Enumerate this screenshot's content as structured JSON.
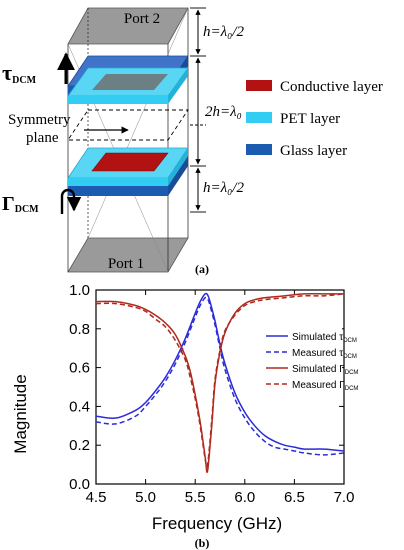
{
  "panel_a": {
    "port_top": "Port 2",
    "port_bottom": "Port 1",
    "dim_top": "h=λ₀/2",
    "dim_mid": "2h=λ₀",
    "dim_bottom": "h=λ₀/2",
    "tau_label": "τ",
    "tau_sub": "DCM",
    "gamma_label": "Γ",
    "gamma_sub": "DCM",
    "symmetry_label_1": "Symmetry",
    "symmetry_label_2": "plane",
    "legend": [
      {
        "label": "Conductive layer",
        "color": "#b31212"
      },
      {
        "label": "PET layer",
        "color": "#33ccf2"
      },
      {
        "label": "Glass layer",
        "color": "#1c5cb0"
      }
    ],
    "caption": "(a)"
  },
  "panel_b": {
    "caption": "(b)"
  },
  "chart_data": {
    "type": "line",
    "xlabel": "Frequency (GHz)",
    "ylabel": "Magnitude",
    "xlim": [
      4.5,
      7.0
    ],
    "ylim": [
      0.0,
      1.0
    ],
    "xticks": [
      "4.5",
      "5.0",
      "5.5",
      "6.0",
      "6.5",
      "7.0"
    ],
    "yticks": [
      "0.0",
      "0.2",
      "0.4",
      "0.6",
      "0.8",
      "1.0"
    ],
    "grid": false,
    "legend_position": "right",
    "series": [
      {
        "name": "Simulated τ",
        "sub": "DCM",
        "color": "#2b2bd9",
        "dash": "solid",
        "x": [
          4.5,
          4.7,
          4.9,
          5.0,
          5.1,
          5.2,
          5.3,
          5.4,
          5.5,
          5.55,
          5.6,
          5.63,
          5.66,
          5.7,
          5.75,
          5.8,
          5.9,
          6.0,
          6.1,
          6.2,
          6.3,
          6.4,
          6.5,
          6.6,
          6.8,
          7.0
        ],
        "y": [
          0.35,
          0.34,
          0.38,
          0.42,
          0.48,
          0.55,
          0.64,
          0.75,
          0.88,
          0.94,
          0.98,
          0.97,
          0.92,
          0.84,
          0.72,
          0.62,
          0.47,
          0.37,
          0.3,
          0.25,
          0.22,
          0.2,
          0.19,
          0.18,
          0.18,
          0.17
        ]
      },
      {
        "name": "Measured τ",
        "sub": "DCM",
        "color": "#2b2bd9",
        "dash": "dashed",
        "x": [
          4.5,
          4.7,
          4.9,
          5.0,
          5.1,
          5.2,
          5.3,
          5.4,
          5.5,
          5.55,
          5.6,
          5.63,
          5.66,
          5.7,
          5.75,
          5.8,
          5.9,
          6.0,
          6.1,
          6.2,
          6.3,
          6.4,
          6.5,
          6.6,
          6.8,
          7.0
        ],
        "y": [
          0.32,
          0.31,
          0.35,
          0.4,
          0.46,
          0.53,
          0.62,
          0.73,
          0.86,
          0.92,
          0.96,
          0.95,
          0.9,
          0.82,
          0.7,
          0.59,
          0.44,
          0.34,
          0.27,
          0.22,
          0.19,
          0.18,
          0.17,
          0.16,
          0.15,
          0.16
        ]
      },
      {
        "name": "Simulated Γ",
        "sub": "DCM",
        "color": "#b0281e",
        "dash": "solid",
        "x": [
          4.5,
          4.7,
          4.9,
          5.0,
          5.1,
          5.2,
          5.3,
          5.4,
          5.45,
          5.5,
          5.55,
          5.6,
          5.62,
          5.64,
          5.67,
          5.7,
          5.75,
          5.8,
          5.9,
          6.0,
          6.1,
          6.2,
          6.4,
          6.6,
          6.8,
          7.0
        ],
        "y": [
          0.94,
          0.94,
          0.92,
          0.9,
          0.87,
          0.83,
          0.77,
          0.66,
          0.58,
          0.46,
          0.32,
          0.14,
          0.06,
          0.14,
          0.32,
          0.52,
          0.68,
          0.78,
          0.88,
          0.93,
          0.95,
          0.96,
          0.97,
          0.98,
          0.98,
          0.98
        ]
      },
      {
        "name": "Measured Γ",
        "sub": "DCM",
        "color": "#b0281e",
        "dash": "dashed",
        "x": [
          4.5,
          4.7,
          4.9,
          5.0,
          5.1,
          5.2,
          5.3,
          5.4,
          5.45,
          5.5,
          5.55,
          5.6,
          5.62,
          5.64,
          5.67,
          5.7,
          5.75,
          5.8,
          5.9,
          6.0,
          6.1,
          6.2,
          6.4,
          6.6,
          6.8,
          7.0
        ],
        "y": [
          0.93,
          0.93,
          0.91,
          0.89,
          0.85,
          0.81,
          0.74,
          0.64,
          0.55,
          0.44,
          0.3,
          0.13,
          0.09,
          0.17,
          0.35,
          0.54,
          0.69,
          0.79,
          0.87,
          0.92,
          0.94,
          0.95,
          0.96,
          0.97,
          0.97,
          0.98
        ]
      }
    ]
  }
}
